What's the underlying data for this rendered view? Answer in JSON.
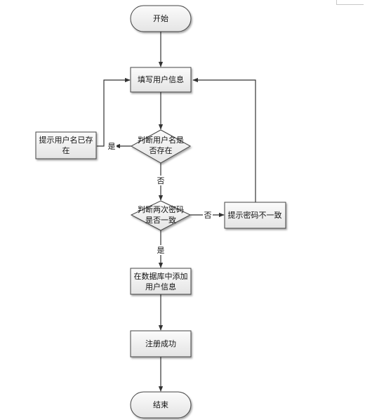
{
  "nodes": {
    "start": "开始",
    "fill_info": "填写用户信息",
    "check_exists": [
      "判断用户名是",
      "否存在"
    ],
    "prompt_exists": [
      "提示用户名已存",
      "在"
    ],
    "check_password": [
      "判断两次密码",
      "是否一致"
    ],
    "prompt_mismatch": "提示密码不一致",
    "add_db": [
      "在数据库中添加",
      "用户信息"
    ],
    "register_success": "注册成功",
    "end": "结束"
  },
  "edge_labels": {
    "exists_yes": "是",
    "exists_no": "否",
    "password_no": "否",
    "password_yes": "是"
  },
  "colors": {
    "box_fill_top": "#fbfbfb",
    "box_fill_bottom": "#e4e4e4",
    "stroke": "#444444",
    "line": "#333333"
  }
}
